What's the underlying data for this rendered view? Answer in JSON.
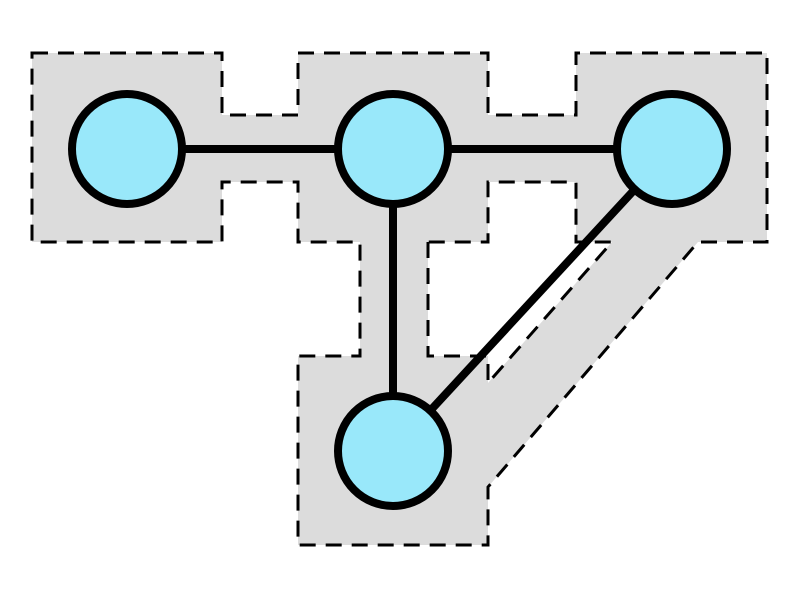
{
  "diagram": {
    "type": "graph",
    "colors": {
      "node_fill": "#99E8FA",
      "node_stroke": "#000000",
      "edge_color": "#000000",
      "region_fill": "#DCDCDC",
      "region_border": "#000000",
      "background": "#FFFFFF"
    },
    "region_border_style": "dashed",
    "nodes": [
      {
        "id": "n1"
      },
      {
        "id": "n2"
      },
      {
        "id": "n3"
      },
      {
        "id": "n4"
      }
    ],
    "edges": [
      {
        "from": "n1",
        "to": "n2"
      },
      {
        "from": "n2",
        "to": "n3"
      },
      {
        "from": "n2",
        "to": "n4"
      },
      {
        "from": "n3",
        "to": "n4"
      }
    ]
  }
}
